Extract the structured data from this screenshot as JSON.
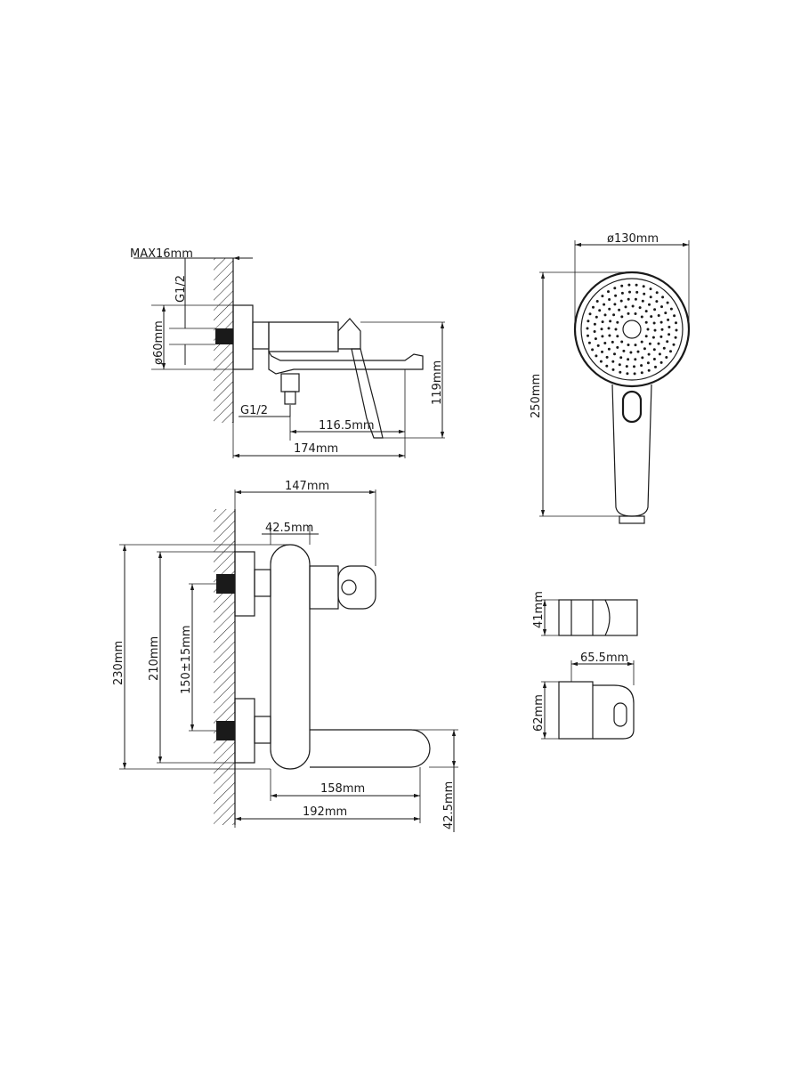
{
  "diagram": {
    "side_view": {
      "max_thickness": "MAX16mm",
      "thread_top": "G1/2",
      "flange_diameter": "ø60mm",
      "thread_bottom": "G1/2",
      "height": "119mm",
      "spout_reach": "116.5mm",
      "total_depth": "174mm"
    },
    "front_view": {
      "depth": "147mm",
      "body_width": "42.5mm",
      "total_height": "230mm",
      "inner_height": "210mm",
      "inlet_spacing": "150±15mm",
      "spout_length": "158mm",
      "total_length": "192mm",
      "spout_height": "42.5mm"
    },
    "hand_shower": {
      "head_diameter": "ø130mm",
      "length": "250mm"
    },
    "holder": {
      "height": "41mm",
      "width": "65.5mm",
      "depth": "62mm"
    }
  }
}
